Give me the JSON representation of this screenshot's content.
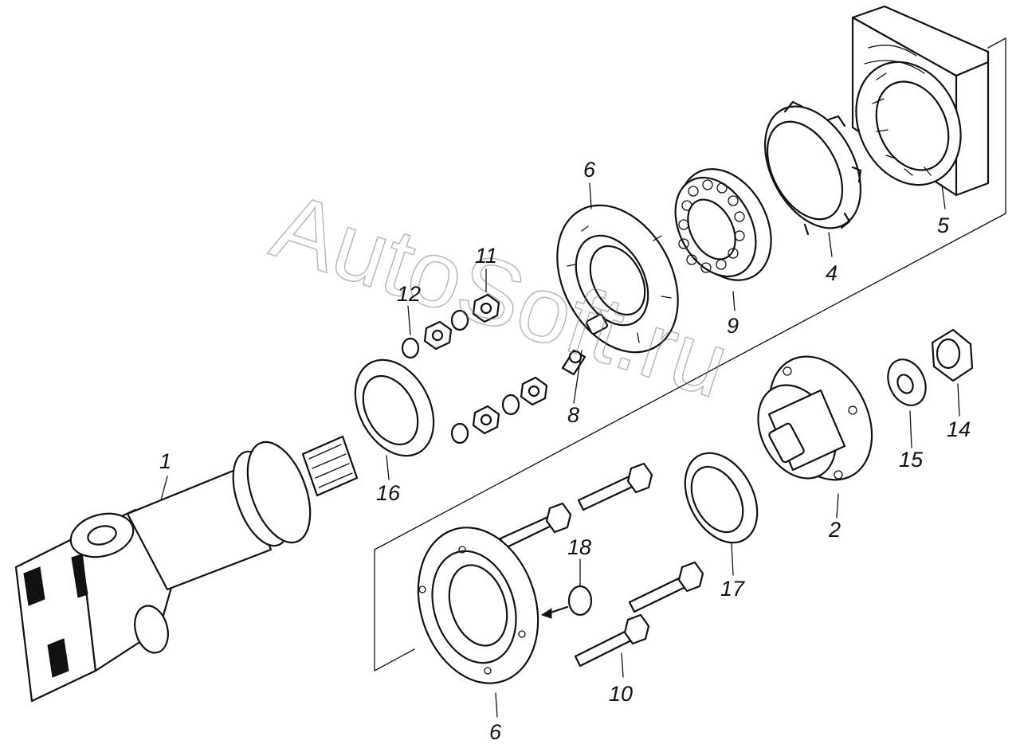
{
  "watermark": "AutoSoft.ru",
  "callouts": [
    {
      "id": "c1",
      "label": "1"
    },
    {
      "id": "c2",
      "label": "2"
    },
    {
      "id": "c4",
      "label": "4"
    },
    {
      "id": "c5",
      "label": "5"
    },
    {
      "id": "c6a",
      "label": "6"
    },
    {
      "id": "c6b",
      "label": "6"
    },
    {
      "id": "c8",
      "label": "8"
    },
    {
      "id": "c9",
      "label": "9"
    },
    {
      "id": "c10",
      "label": "10"
    },
    {
      "id": "c11",
      "label": "11"
    },
    {
      "id": "c12",
      "label": "12"
    },
    {
      "id": "c14",
      "label": "14"
    },
    {
      "id": "c15",
      "label": "15"
    },
    {
      "id": "c16",
      "label": "16"
    },
    {
      "id": "c17",
      "label": "17"
    },
    {
      "id": "c18",
      "label": "18"
    }
  ]
}
